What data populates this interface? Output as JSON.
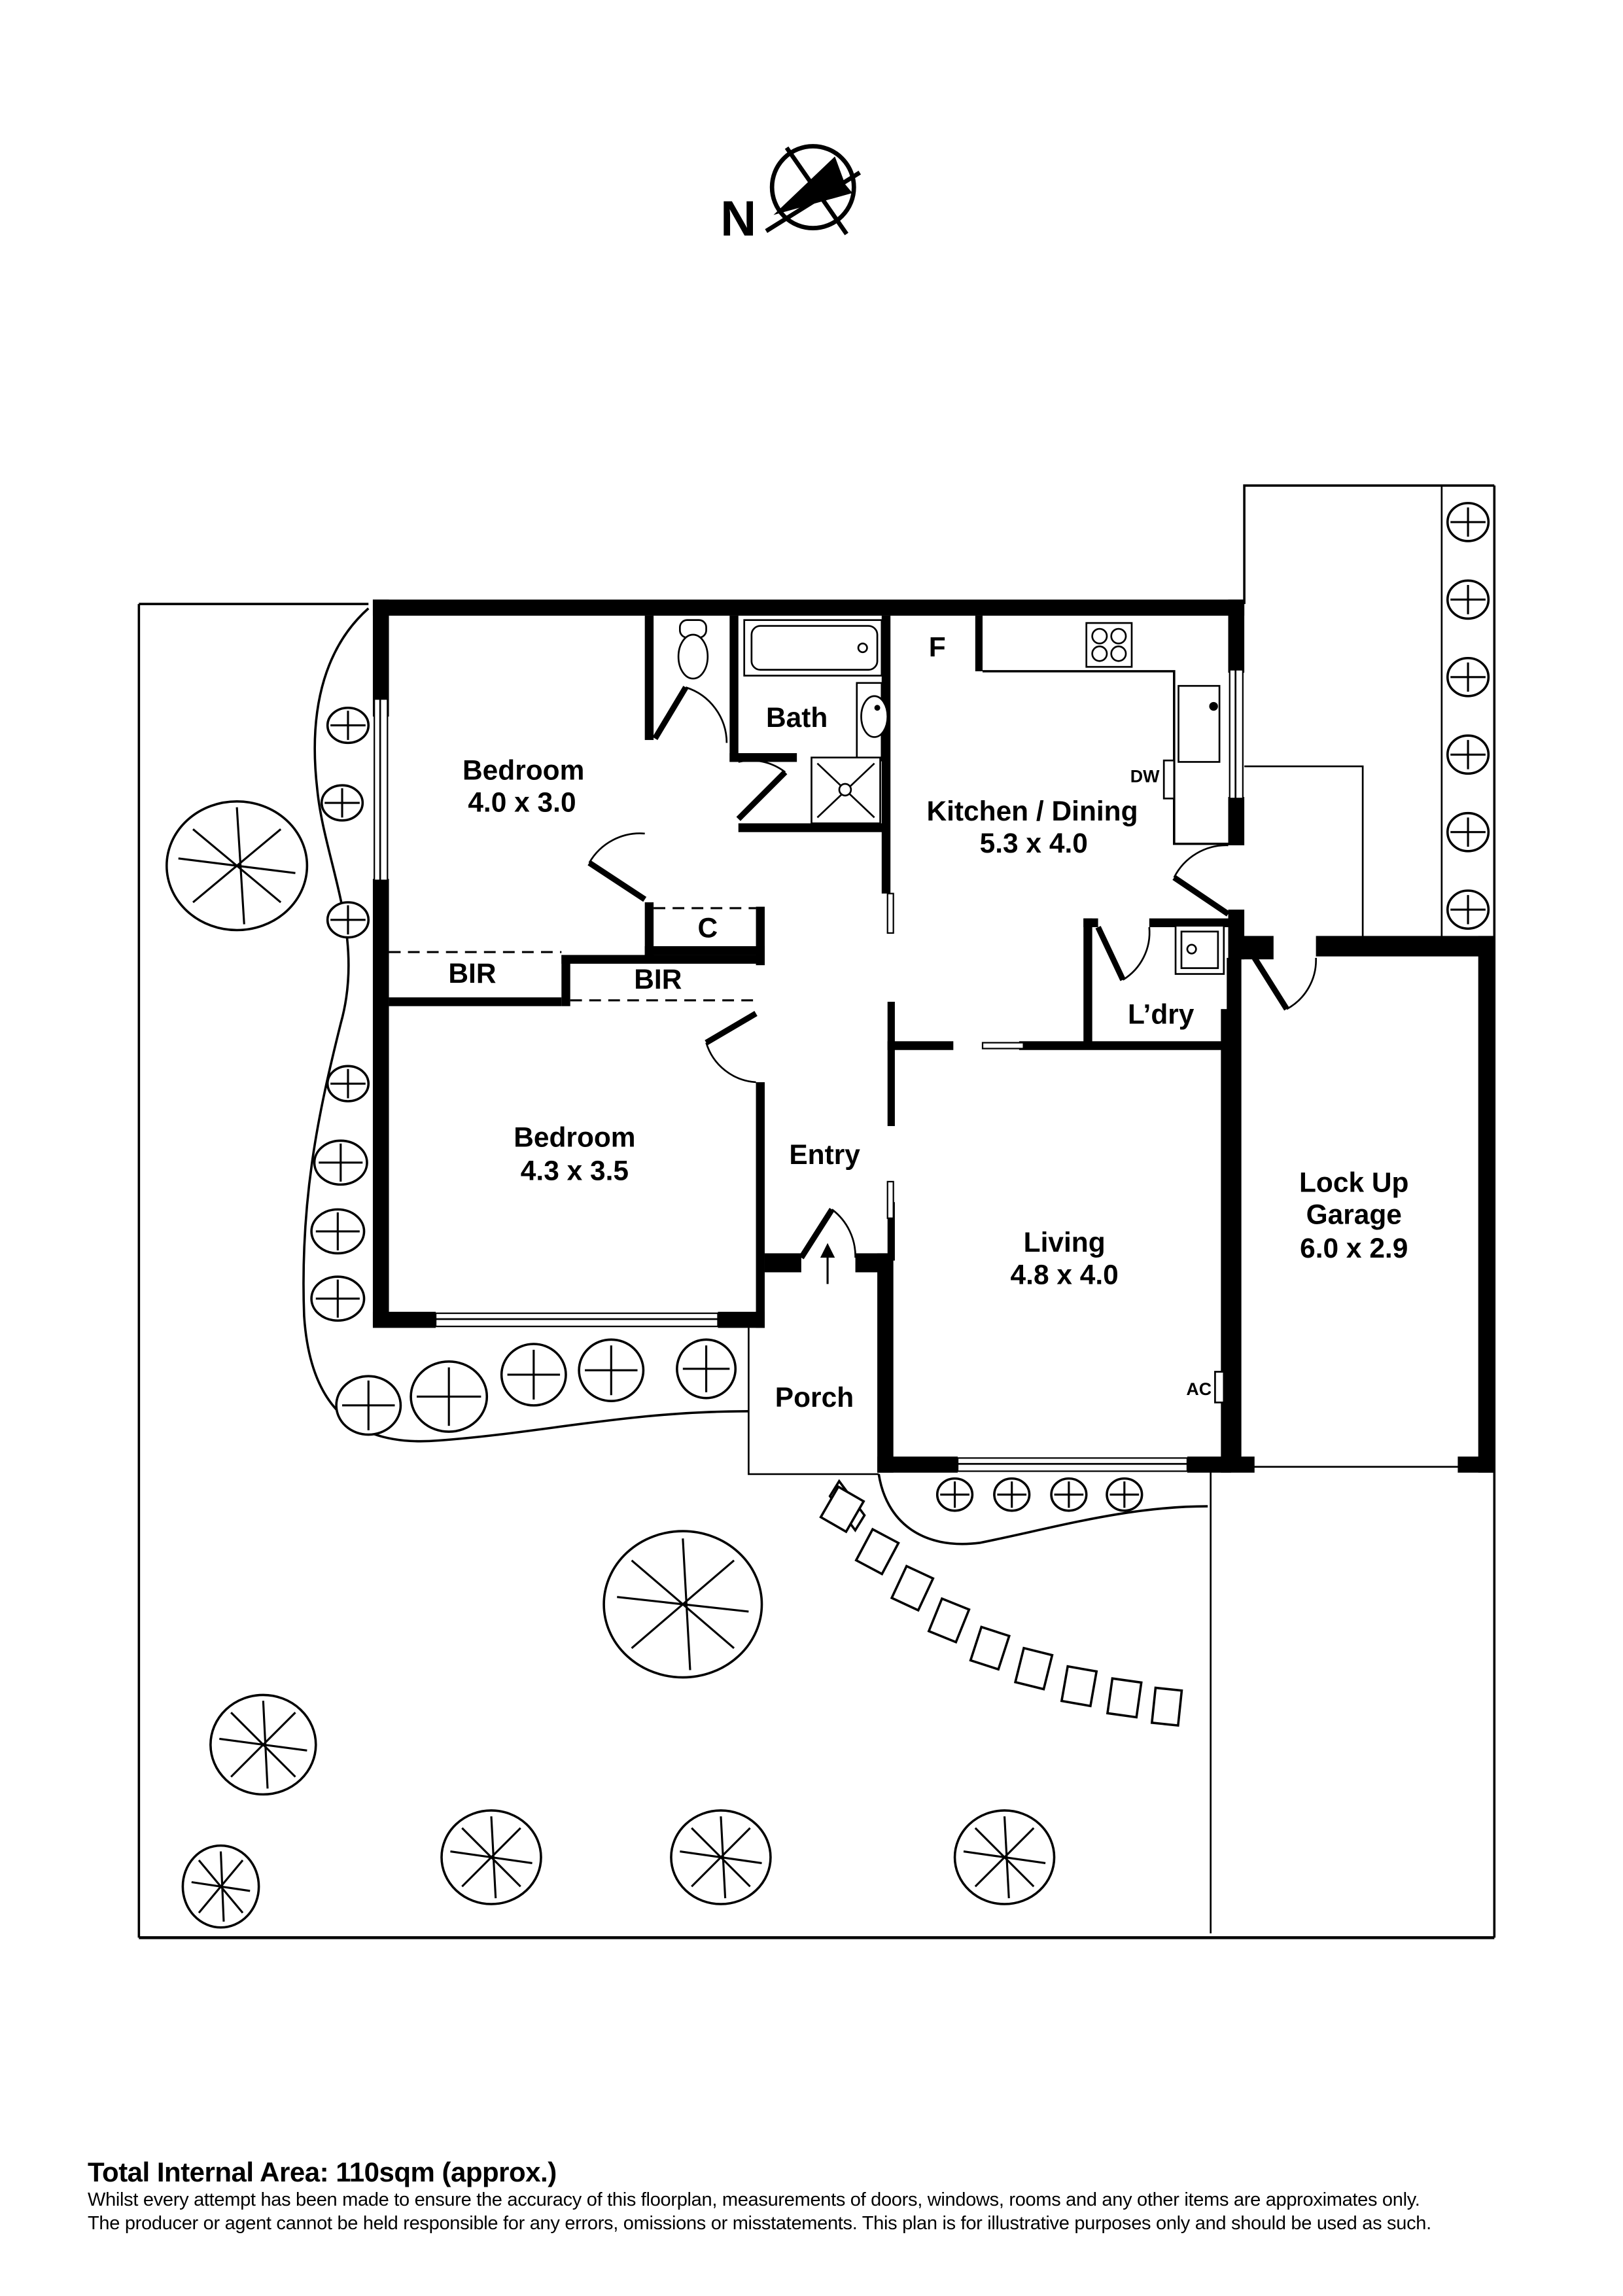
{
  "compass": {
    "label": "N",
    "icon": "north-arrow-icon"
  },
  "rooms": {
    "bedroom1": {
      "name": "Bedroom",
      "size": "4.0 x 3.0"
    },
    "bedroom2": {
      "name": "Bedroom",
      "size": "4.3 x 3.5"
    },
    "bath": {
      "name": "Bath"
    },
    "kitchen": {
      "name": "Kitchen / Dining",
      "size": "5.3 x 4.0"
    },
    "laundry": {
      "name": "L’dry"
    },
    "living": {
      "name": "Living",
      "size": "4.8 x 4.0"
    },
    "garage": {
      "name_line1": "Lock Up",
      "name_line2": "Garage",
      "size": "6.0 x 2.9"
    },
    "entry": {
      "name": "Entry"
    },
    "porch": {
      "name": "Porch"
    },
    "bir1": {
      "name": "BIR"
    },
    "bir2": {
      "name": "BIR"
    },
    "cupboard": {
      "name": "C"
    }
  },
  "fixtures": {
    "fridge": "F",
    "dishwasher": "DW",
    "air_conditioner": "AC"
  },
  "footer": {
    "total_area": "Total Internal Area: 110sqm (approx.)",
    "disclaimer_line1": "Whilst every attempt has been made to ensure the accuracy of this floorplan, measurements of doors, windows, rooms and any other items are approximates only.",
    "disclaimer_line2": "The producer or agent cannot be held responsible for any errors, omissions or misstatements. This plan is for illustrative purposes only and should be used as such."
  },
  "colors": {
    "ink": "#000000",
    "paper": "#ffffff"
  }
}
